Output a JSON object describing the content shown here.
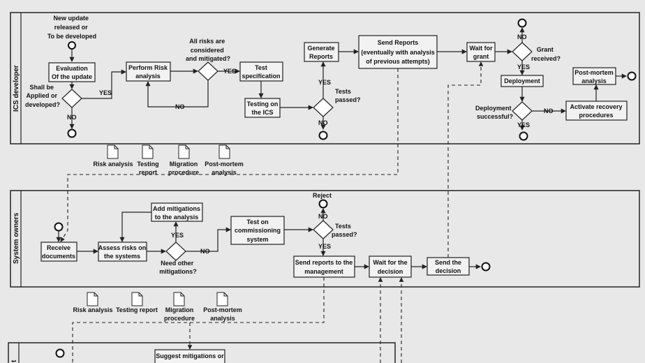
{
  "lanes": {
    "developer": "ICS developer",
    "owners": "System owners",
    "third": "t"
  },
  "dev": {
    "start_label": [
      "New update",
      "released or",
      "To be developed"
    ],
    "evaluation": [
      "Evaluation",
      "Of the update"
    ],
    "shall_be": [
      "Shall be",
      "Applied or",
      "developed?"
    ],
    "yes": "YES",
    "no": "NO",
    "perform_risk": [
      "Perform Risk",
      "analysis"
    ],
    "all_risks": [
      "All risks are",
      "considered",
      "and mitigated?"
    ],
    "test_spec": [
      "Test",
      "specification"
    ],
    "testing_ics": [
      "Testing on",
      "the ICS"
    ],
    "generate_reports": [
      "Generate",
      "Reports"
    ],
    "tests_passed": [
      "Tests",
      "passed?"
    ],
    "send_reports": [
      "Send Reports",
      "(eventually with analysis",
      "of previous attempts)"
    ],
    "wait_grant": [
      "Wait for",
      "grant"
    ],
    "grant_received": [
      "Grant",
      "received?"
    ],
    "deployment": "Deployment",
    "deployment_successful": [
      "Deployment",
      "successful?"
    ],
    "post_mortem": [
      "Post-mortem",
      "analysis"
    ],
    "activate_recovery": [
      "Activate recovery",
      "procedures"
    ]
  },
  "docs_top": [
    [
      "Risk analysis"
    ],
    [
      "Testing",
      "report"
    ],
    [
      "Migration",
      "procedure"
    ],
    [
      "Post-mortem",
      "analysis"
    ]
  ],
  "own": {
    "receive": [
      "Receive",
      "documents"
    ],
    "assess": [
      "Assess risks on",
      "the systems"
    ],
    "add_mitigations": [
      "Add mitigations",
      "to the analysis"
    ],
    "need_other": [
      "Need other",
      "mitigations?"
    ],
    "test_commissioning": [
      "Test on",
      "commissioning",
      "system"
    ],
    "reject": "Reject",
    "tests_passed": [
      "Tests",
      "passed?"
    ],
    "send_reports_mgmt": [
      "Send reports to the",
      "management"
    ],
    "wait_decision": [
      "Wait for the",
      "decision"
    ],
    "send_decision": [
      "Send the",
      "decision"
    ]
  },
  "docs_mid": [
    [
      "Risk analysis"
    ],
    [
      "Testing report"
    ],
    [
      "Migration",
      "procedure"
    ],
    [
      "Post-mortem",
      "analysis"
    ]
  ],
  "third": {
    "suggest": [
      "Suggest mitigations or"
    ]
  }
}
